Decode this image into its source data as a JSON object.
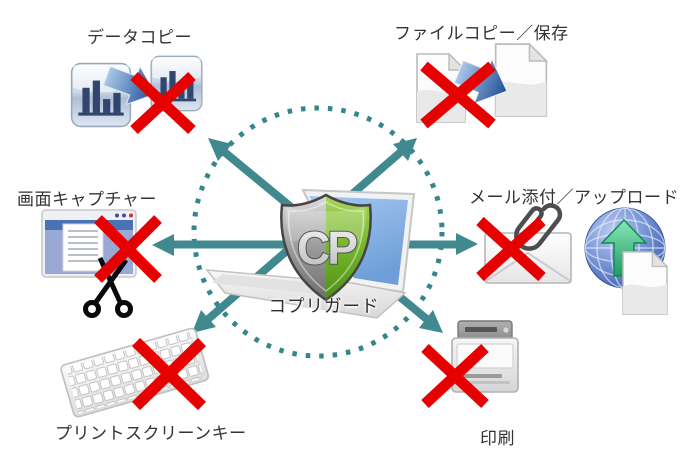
{
  "center": {
    "product_label": "コプリガード",
    "shield_logo": "CP"
  },
  "features": {
    "data_copy": {
      "label": "データコピー"
    },
    "file_copy_save": {
      "label": "ファイルコピー／保存"
    },
    "screen_capture": {
      "label": "画面キャプチャー"
    },
    "mail_attach_upload": {
      "label": "メール添付／アップロード"
    },
    "print_screen_key": {
      "label": "プリントスクリーンキー"
    },
    "print": {
      "label": "印刷"
    }
  },
  "colors": {
    "arrow_teal": "#35868c",
    "blocked_red": "#e60000",
    "shield_green": "#6fae26",
    "shield_silver": "#9a9a9a",
    "copy_arrow_blue": "#2b5a9e",
    "screen_blue": "#8ab6ec"
  }
}
